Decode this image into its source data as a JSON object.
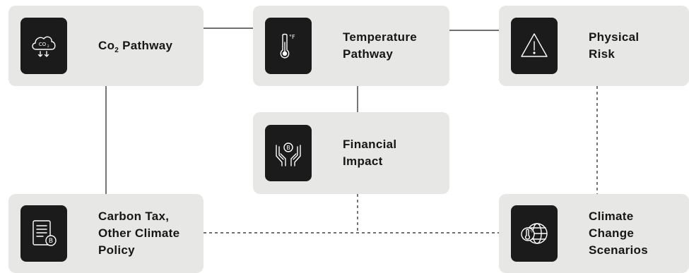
{
  "nodes": {
    "co2": {
      "label_prefix": "Co",
      "label_sub": "2",
      "label_suffix": " Pathway",
      "icon": "co2-cloud-icon"
    },
    "temperature": {
      "lines": [
        "Temperature",
        "Pathway"
      ],
      "icon": "thermometer-fahrenheit-icon"
    },
    "physical": {
      "lines": [
        "Physical",
        "Risk"
      ],
      "icon": "warning-triangle-icon"
    },
    "financial": {
      "lines": [
        "Financial",
        "Impact"
      ],
      "icon": "hands-coin-icon"
    },
    "carbon": {
      "lines": [
        "Carbon Tax,",
        "Other Climate",
        "Policy"
      ],
      "icon": "document-coin-icon"
    },
    "climate": {
      "lines": [
        "Climate",
        "Change",
        "Scenarios"
      ],
      "icon": "globe-thermometer-icon"
    }
  },
  "icon_text": {
    "co2": "CO",
    "co2_sub": "2",
    "fahrenheit": "°F",
    "coin": "B"
  },
  "colors": {
    "card": "#e7e7e5",
    "icon_tile": "#1b1b1b",
    "text": "#161616",
    "line": "#1b1b1b"
  }
}
